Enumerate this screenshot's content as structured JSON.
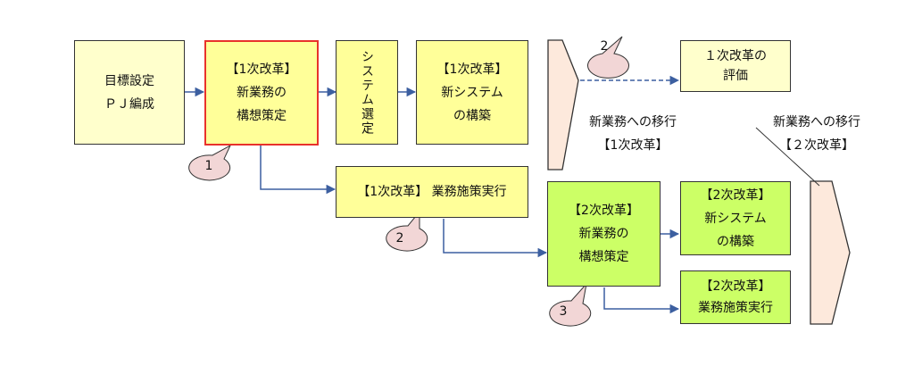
{
  "boxes": {
    "goal": [
      "目標設定",
      "ＰＪ編成"
    ],
    "concept1": [
      "【1次改革】",
      "新業務の",
      "構想策定"
    ],
    "system_select": "システム選定",
    "newsys1": [
      "【1次改革】",
      "新システム",
      "の構築"
    ],
    "exec1": "【1次改革】 業務施策実行",
    "eval1": [
      "１次改革の",
      "評価"
    ],
    "concept2": [
      "【2次改革】",
      "新業務の",
      "構想策定"
    ],
    "newsys2": [
      "【2次改革】",
      "新システム",
      "の構築"
    ],
    "exec2": [
      "【2次改革】",
      "業務施策実行"
    ]
  },
  "labels": {
    "migration1": [
      "新業務への移行",
      "【1次改革】"
    ],
    "migration2": [
      "新業務への移行",
      "【２次改革】"
    ]
  },
  "callouts": [
    "1",
    "2",
    "2",
    "3"
  ],
  "colors": {
    "cream": "#ffffcc",
    "yellow": "#ffff99",
    "green": "#ccff66",
    "selected_border": "#e8322b",
    "arrow": "#3c5fa0",
    "callout_fill": "#f2d6d6",
    "migration_fill": "#fde9dc"
  }
}
